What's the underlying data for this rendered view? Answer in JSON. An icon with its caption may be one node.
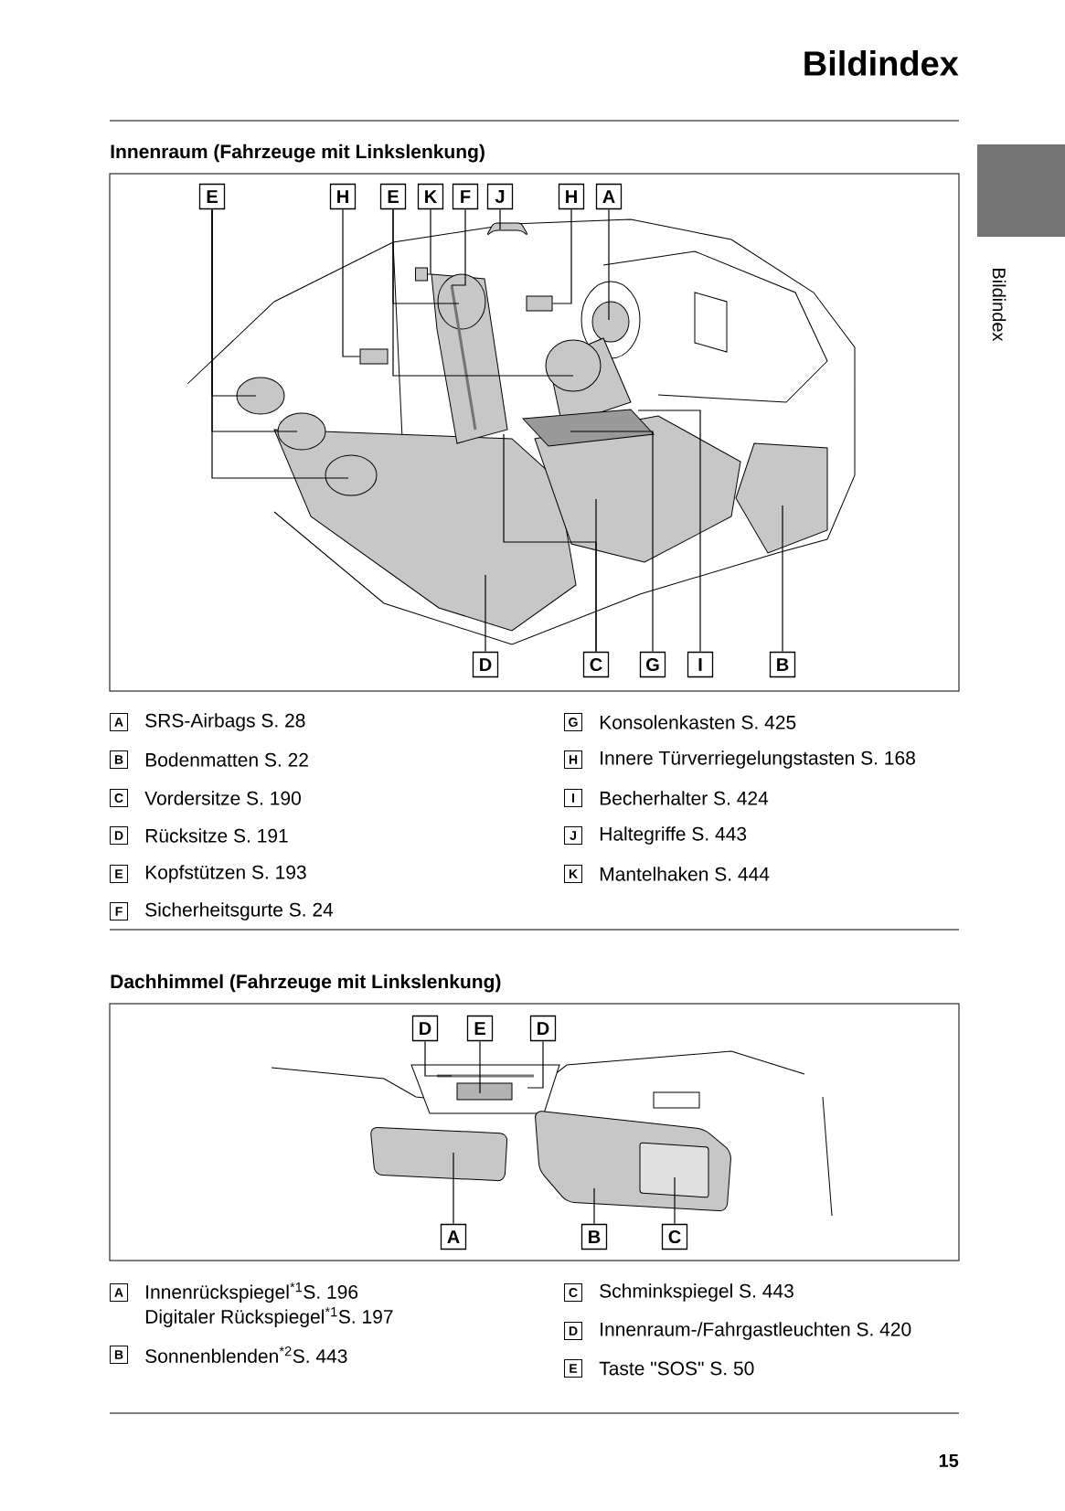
{
  "diagram": {
    "title": "Bildindex",
    "nodes": [
      {
        "text": [
          "Innenraum (Fahrzeuge mit Linkslenkung)"
        ]
      },
      {
        "text": [
          "E"
        ],
        "in": 0
      },
      {
        "text": [
          "H"
        ],
        "in": 0
      },
      {
        "text": [
          "E"
        ],
        "in": 0
      },
      {
        "text": [
          "K"
        ],
        "in": 0
      },
      {
        "text": [
          "F"
        ],
        "in": 0
      },
      {
        "text": [
          "J"
        ],
        "in": 0
      },
      {
        "text": [
          "H"
        ],
        "in": 0
      },
      {
        "text": [
          "A"
        ],
        "in": 0
      },
      {
        "text": [
          "D"
        ],
        "in": 0
      },
      {
        "text": [
          "C"
        ],
        "in": 0
      },
      {
        "text": [
          "G"
        ],
        "in": 0
      },
      {
        "text": [
          "I"
        ],
        "in": 0
      },
      {
        "text": [
          "B"
        ],
        "in": 0
      },
      {
        "text": [
          "Dachhimmel (Fahrzeuge mit Linkslenkung)"
        ]
      },
      {
        "text": [
          "D"
        ],
        "in": 14
      },
      {
        "text": [
          "E"
        ],
        "in": 14
      },
      {
        "text": [
          "D"
        ],
        "in": 14
      },
      {
        "text": [
          "A"
        ],
        "in": 14
      },
      {
        "text": [
          "B"
        ],
        "in": 14
      },
      {
        "text": [
          "C"
        ],
        "in": 14
      },
      {
        "text": [
          "Bildindex"
        ]
      },
      {
        "text": [],
        "shape": "box",
        "in": 0
      },
      {
        "text": [],
        "shape": "box",
        "in": 0
      },
      {
        "text": [],
        "shape": "box",
        "in": 0
      }
    ],
    "edges": [
      {
        "from": 1,
        "to": null,
        "arrow": "none"
      },
      {
        "from": 1,
        "to": null,
        "arrow": "none"
      },
      {
        "from": 1,
        "to": null,
        "arrow": "none"
      },
      {
        "from": 3,
        "to": null,
        "arrow": "none"
      },
      {
        "from": 3,
        "to": null,
        "arrow": "none"
      },
      {
        "from": 2,
        "to": 22,
        "arrow": "none"
      },
      {
        "from": 4,
        "to": 23,
        "arrow": "none"
      },
      {
        "from": 5,
        "to": null,
        "arrow": "none"
      },
      {
        "from": 6,
        "to": null,
        "arrow": "none"
      },
      {
        "from": 7,
        "to": 24,
        "arrow": "none"
      },
      {
        "from": 8,
        "to": null,
        "arrow": "none"
      },
      {
        "from": 9,
        "to": null,
        "arrow": "none"
      },
      {
        "from": 10,
        "to": null,
        "arrow": "none"
      },
      {
        "from": 10,
        "to": null,
        "arrow": "none"
      },
      {
        "from": 11,
        "to": null,
        "arrow": "none"
      },
      {
        "from": 12,
        "to": null,
        "arrow": "none"
      },
      {
        "from": 13,
        "to": null,
        "arrow": "none"
      },
      {
        "from": 15,
        "to": null,
        "arrow": "none"
      },
      {
        "from": 16,
        "to": null,
        "arrow": "none"
      },
      {
        "from": 17,
        "to": null,
        "arrow": "none"
      },
      {
        "from": 18,
        "to": null,
        "arrow": "none"
      },
      {
        "from": 19,
        "to": null,
        "arrow": "none"
      },
      {
        "from": 20,
        "to": null,
        "arrow": "none"
      }
    ],
    "labels": [
      "A",
      "SRS-Airbags S. 28",
      "G",
      "Konsolenkasten S. 425",
      "B",
      "Bodenmatten S. 22",
      "H",
      "Innere Türverriegelungstasten S. 168",
      "C",
      "Vordersitze S. 190",
      "I",
      "Becherhalter S. 424",
      "D",
      "Rücksitze S. 191",
      "J",
      "Haltegriffe S. 443",
      "E",
      "Kopfstützen S. 193",
      "K",
      "Mantelhaken S. 444",
      "F",
      "Sicherheitsgurte S. 24",
      "A",
      "Innenrückspiegel$^{*1}$S. 196",
      "C",
      "Schminkspiegel S. 443",
      "Digitaler Rückspiegel$^{*1}$S. 197",
      "D",
      "Innenraum-/Fahrgastleuchten S. 420",
      "B",
      "Sonnenblenden$^{*2}$S. 443",
      "E",
      "Taste \"SOS\" S. 50",
      "15"
    ]
  }
}
